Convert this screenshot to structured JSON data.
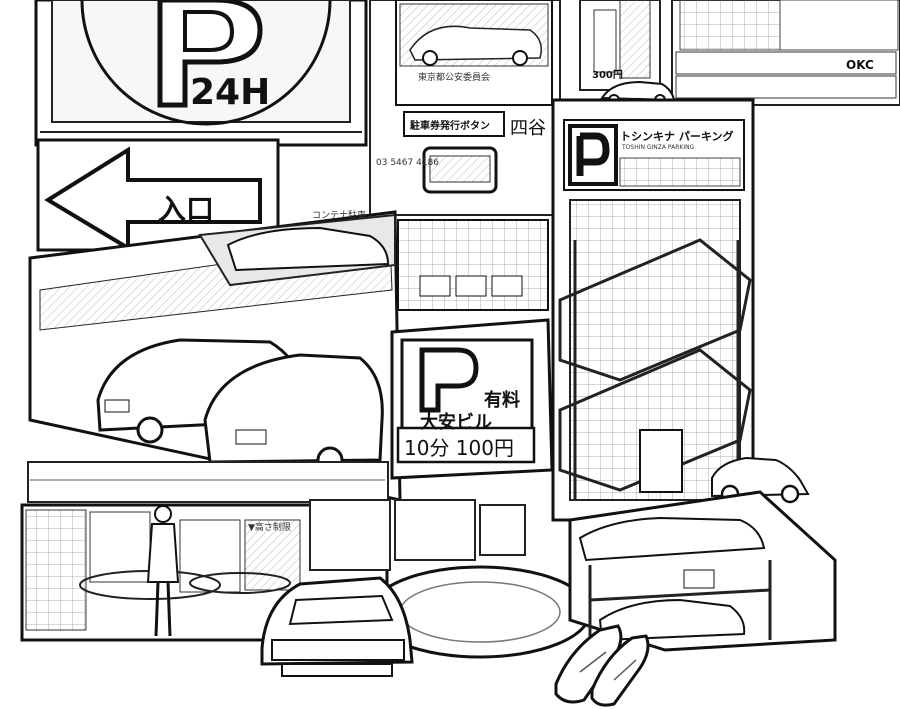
{
  "signs": {
    "main_p": "P",
    "hours_24": "24H",
    "entrance": "入口",
    "yotsuya": "四谷",
    "ticket_button": "駐車券発行ボタン",
    "toshin_p": "P",
    "toshin_name": "トシンキナ パーキング",
    "toshin_roman": "TOSHIN GINZA PARKING",
    "center_p": "P",
    "center_fee_word": "有料",
    "center_building": "大安ビル",
    "center_rate": "10分 100円",
    "price_300": "300円",
    "height_limit": "▼高さ制限",
    "okc": "OKC",
    "panel_station": "東京都公安委員会",
    "phone": "03 5467 4186",
    "temp_machine": "コンテナ駐車"
  },
  "colors": {
    "ink": "#111111",
    "paper": "#ffffff",
    "shade": "#d9d9d9",
    "mid": "#9a9a9a"
  }
}
